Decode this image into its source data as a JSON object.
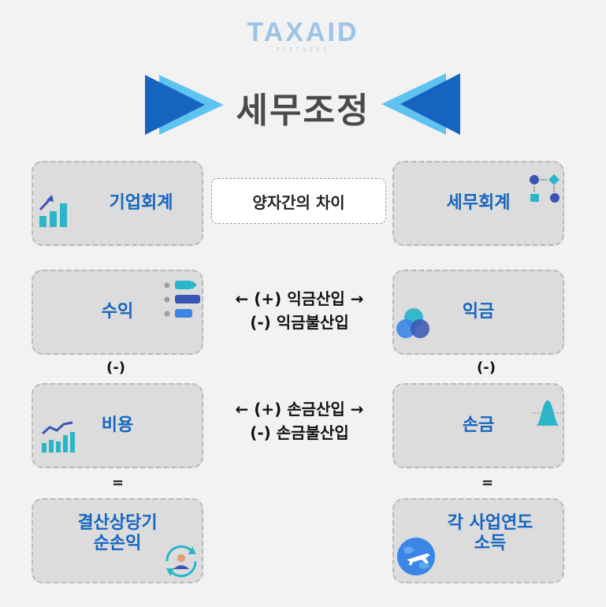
{
  "logo": {
    "main": "TAXAID",
    "sub": "PARTNERS"
  },
  "title": "세무조정",
  "center_label": "양자간의 차이",
  "left": {
    "accounting": "기업회계",
    "revenue": "수익",
    "expense": "비용",
    "net_income": "결산상당기\n순손익"
  },
  "right": {
    "tax_accounting": "세무회계",
    "gross_income": "익금",
    "deductible": "손금",
    "taxable_income": "각 사업연도\n소득"
  },
  "middle": {
    "income_add": "← (+) 익금산입 →",
    "income_exclude": "(-) 익금불산입",
    "loss_add": "← (+) 손금산입 →",
    "loss_exclude": "(-) 손금불산입"
  },
  "operators": {
    "minus": "(-)",
    "equals": "="
  },
  "colors": {
    "accent": "#1565c0",
    "arrow_dark": "#1565c0",
    "arrow_light": "#5fc3f0"
  }
}
